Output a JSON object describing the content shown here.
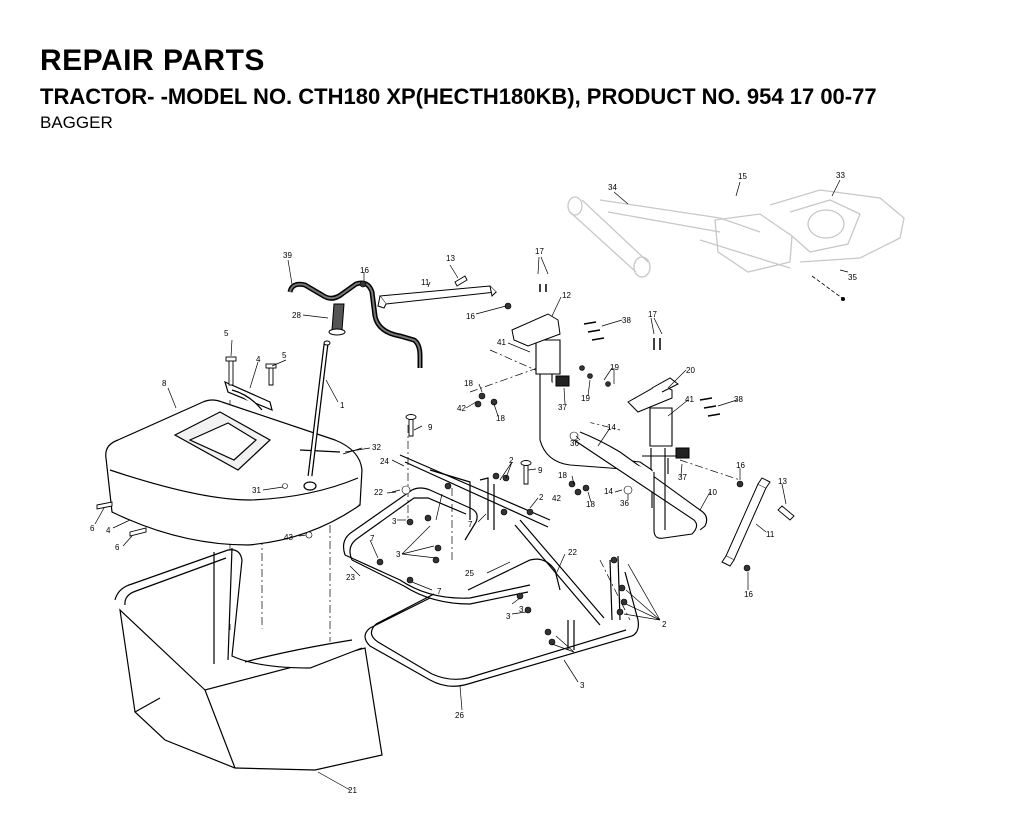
{
  "header": {
    "title": "REPAIR PARTS",
    "subtitle": "TRACTOR- -MODEL NO. CTH180 XP(HECTH180KB), PRODUCT NO. 954 17 00-77",
    "section": "BAGGER"
  },
  "callouts": {
    "c1": "1",
    "c2a": "2",
    "c2b": "2",
    "c2c": "2",
    "c3a": "3",
    "c3b": "3",
    "c3c": "3",
    "c3d": "3",
    "c3e": "3",
    "c4a": "4",
    "c4b": "4",
    "c5a": "5",
    "c5b": "5",
    "c6a": "6",
    "c6b": "6",
    "c7a": "7",
    "c7b": "7",
    "c7c": "7",
    "c8": "8",
    "c9a": "9",
    "c9b": "9",
    "c10": "10",
    "c11a": "11",
    "c11b": "11",
    "c12": "12",
    "c13a": "13",
    "c13b": "13",
    "c14a": "14",
    "c14b": "14",
    "c15": "15",
    "c16a": "16",
    "c16b": "16",
    "c16c": "16",
    "c16d": "16",
    "c17a": "17",
    "c17b": "17",
    "c18a": "18",
    "c18b": "18",
    "c18c": "18",
    "c18d": "18",
    "c19a": "19",
    "c19b": "19",
    "c20": "20",
    "c21": "21",
    "c22a": "22",
    "c22b": "22",
    "c23": "23",
    "c24": "24",
    "c25": "25",
    "c26": "26",
    "c28": "28",
    "c31": "31",
    "c32": "32",
    "c33": "33",
    "c34": "34",
    "c35": "35",
    "c36a": "36",
    "c36b": "36",
    "c37a": "37",
    "c37b": "37",
    "c38a": "38",
    "c38b": "38",
    "c39": "39",
    "c41a": "41",
    "c41b": "41",
    "c42a": "42",
    "c42b": "42",
    "c43": "43"
  }
}
